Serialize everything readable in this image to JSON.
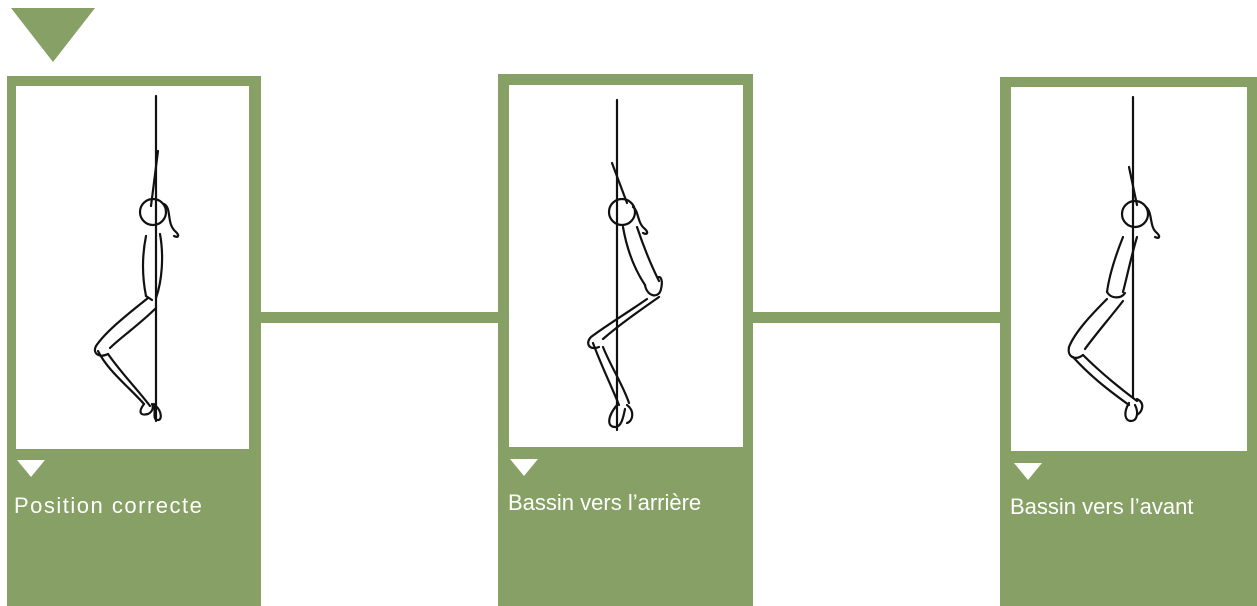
{
  "colors": {
    "accent": "#87a066",
    "background": "#ffffff",
    "caption_text": "#ffffff",
    "ink": "#111111"
  },
  "panels": [
    {
      "caption": "Position  correcte",
      "figure": "pole-sitter-correct-position"
    },
    {
      "caption": "Bassin vers l’arrière",
      "figure": "pole-sitter-pelvis-backward"
    },
    {
      "caption": "Bassin vers l’avant",
      "figure": "pole-sitter-pelvis-forward"
    }
  ]
}
